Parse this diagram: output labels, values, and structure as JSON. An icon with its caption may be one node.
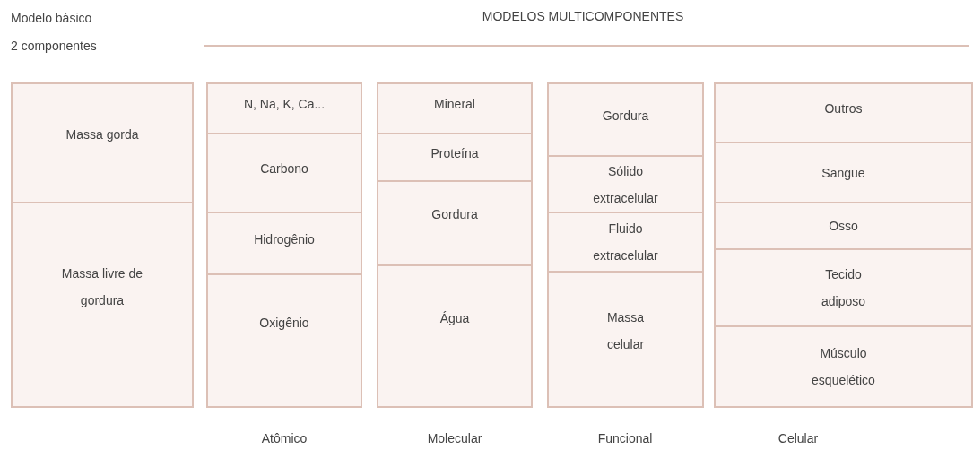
{
  "diagram": {
    "title": "MODELOS MULTICOMPONENTES",
    "nodes": [
      {
        "text": [
          "Massa gorda"
        ]
      },
      {
        "text": [
          "Massa livre de gordura"
        ]
      },
      {
        "text": [
          "N, Na, K, Ca..."
        ]
      },
      {
        "text": [
          "Carbono"
        ]
      },
      {
        "text": [
          "Hidrogênio"
        ]
      },
      {
        "text": [
          "Oxigênio"
        ]
      },
      {
        "text": [
          "Mineral"
        ]
      },
      {
        "text": [
          "Proteína"
        ]
      },
      {
        "text": [
          "Gordura"
        ]
      },
      {
        "text": [
          "Água"
        ]
      },
      {
        "text": [
          "Gordura"
        ]
      },
      {
        "text": [
          "Sólido extracelular"
        ]
      },
      {
        "text": [
          "Fluido extracelular"
        ]
      },
      {
        "text": [
          "Massa celular"
        ]
      },
      {
        "text": [
          "Outros"
        ]
      },
      {
        "text": [
          "Sangue"
        ]
      },
      {
        "text": [
          "Osso"
        ]
      },
      {
        "text": [
          "Tecido adiposo"
        ]
      },
      {
        "text": [
          "Músculo esquelético"
        ]
      }
    ],
    "edges": [],
    "labels": [
      "Modelo básico",
      "2 componentes",
      "Atômico",
      "Molecular",
      "Funcional",
      "Celular"
    ]
  }
}
